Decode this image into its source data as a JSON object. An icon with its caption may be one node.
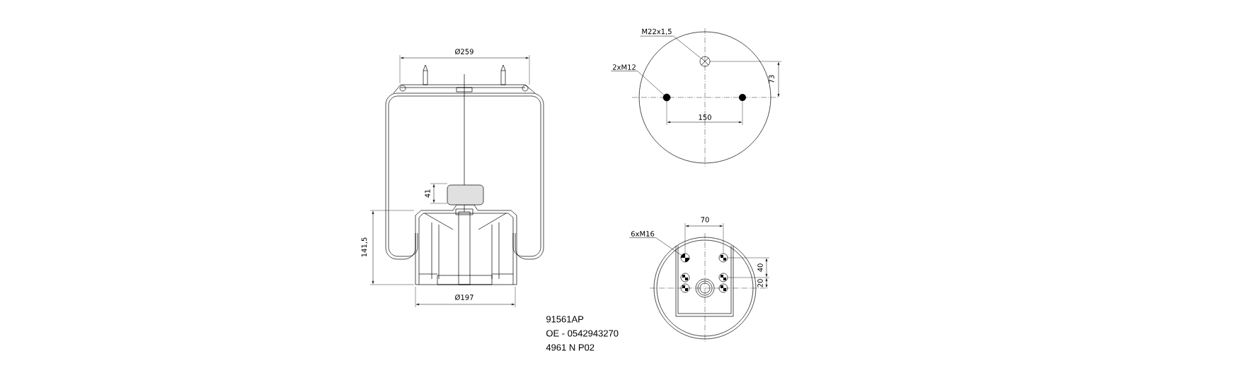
{
  "diagram": {
    "nodes": [
      {
        "text": [
          "M22x1,5"
        ]
      },
      {
        "text": [],
        "shape": "circle"
      },
      {
        "text": [
          "2xM12"
        ]
      },
      {
        "text": [],
        "shape": "circle"
      },
      {
        "text": [
          "6xM16"
        ]
      },
      {
        "text": [],
        "shape": "circle"
      }
    ],
    "edges": [
      {
        "from": 0,
        "to": 1,
        "arrow": "none"
      },
      {
        "from": 2,
        "to": 3,
        "arrow": "none"
      },
      {
        "from": 4,
        "to": 5,
        "arrow": "none"
      }
    ],
    "labels": [
      "Ø259",
      "41",
      "141,5",
      "Ø197",
      "73",
      "150",
      "70",
      "40",
      "20",
      "91561AP",
      "OE - 0542943270",
      "4961 N P02"
    ]
  }
}
